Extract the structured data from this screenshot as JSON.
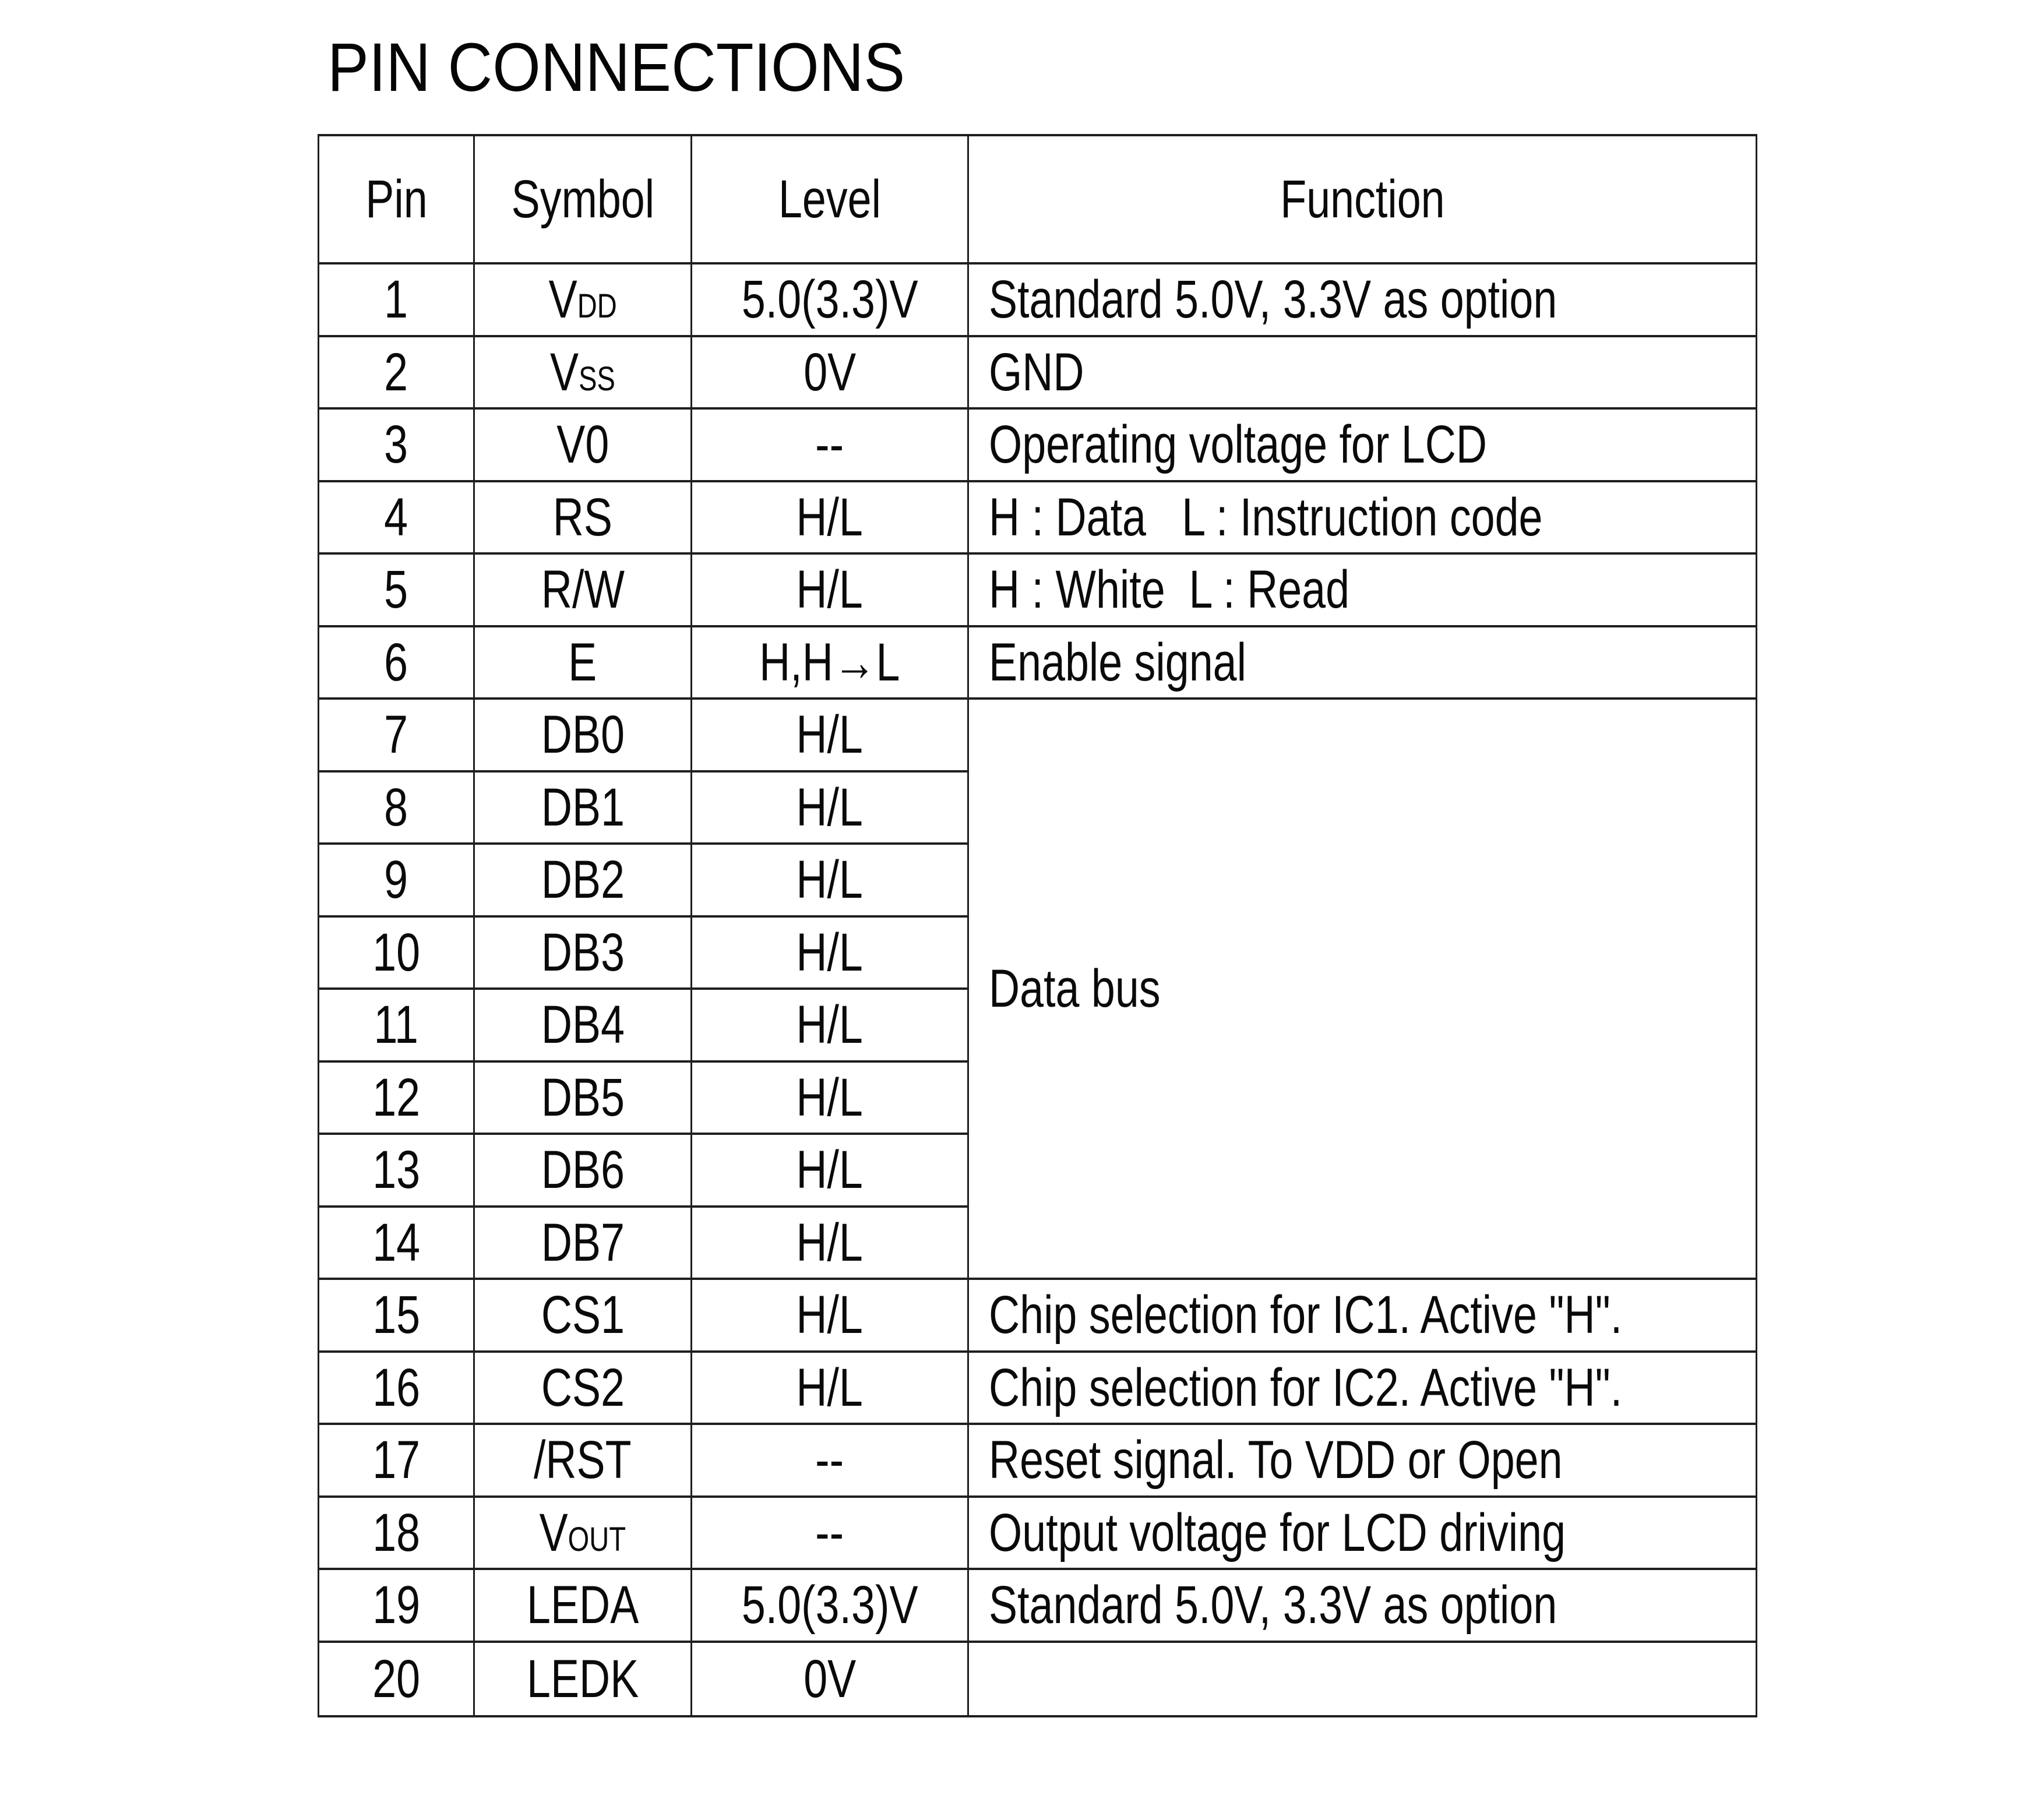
{
  "page": {
    "title": "PIN CONNECTIONS"
  },
  "table": {
    "headers": {
      "pin": "Pin",
      "symbol": "Symbol",
      "level": "Level",
      "function": "Function"
    },
    "data_bus_label": "Data bus",
    "rows": [
      {
        "pin": "1",
        "sym": "V",
        "sub": "DD",
        "level": "5.0(3.3)V",
        "fn": "Standard 5.0V, 3.3V as option"
      },
      {
        "pin": "2",
        "sym": "V",
        "sub": "SS",
        "level": "0V",
        "fn": "GND"
      },
      {
        "pin": "3",
        "sym": "V0",
        "sub": "",
        "level": "--",
        "fn": "Operating voltage for LCD"
      },
      {
        "pin": "4",
        "sym": "RS",
        "sub": "",
        "level": "H/L",
        "fn": "H : Data   L : Instruction code"
      },
      {
        "pin": "5",
        "sym": "R/W",
        "sub": "",
        "level": "H/L",
        "fn": "H : White  L : Read"
      },
      {
        "pin": "6",
        "sym": "E",
        "sub": "",
        "level": "H,H→L",
        "fn": "Enable signal"
      },
      {
        "pin": "7",
        "sym": "DB0",
        "sub": "",
        "level": "H/L"
      },
      {
        "pin": "8",
        "sym": "DB1",
        "sub": "",
        "level": "H/L"
      },
      {
        "pin": "9",
        "sym": "DB2",
        "sub": "",
        "level": "H/L"
      },
      {
        "pin": "10",
        "sym": "DB3",
        "sub": "",
        "level": "H/L"
      },
      {
        "pin": "11",
        "sym": "DB4",
        "sub": "",
        "level": "H/L"
      },
      {
        "pin": "12",
        "sym": "DB5",
        "sub": "",
        "level": "H/L"
      },
      {
        "pin": "13",
        "sym": "DB6",
        "sub": "",
        "level": "H/L"
      },
      {
        "pin": "14",
        "sym": "DB7",
        "sub": "",
        "level": "H/L"
      },
      {
        "pin": "15",
        "sym": "CS1",
        "sub": "",
        "level": "H/L",
        "fn": "Chip selection for IC1. Active \"H\"."
      },
      {
        "pin": "16",
        "sym": "CS2",
        "sub": "",
        "level": "H/L",
        "fn": "Chip selection for IC2. Active \"H\"."
      },
      {
        "pin": "17",
        "sym": "/RST",
        "sub": "",
        "level": "--",
        "fn": "Reset signal. To VDD or Open"
      },
      {
        "pin": "18",
        "sym": "V",
        "sub": "OUT",
        "level": "--",
        "fn": "Output voltage for LCD driving"
      },
      {
        "pin": "19",
        "sym": "LEDA",
        "sub": "",
        "level": "5.0(3.3)V",
        "fn": "Standard 5.0V, 3.3V as option"
      },
      {
        "pin": "20",
        "sym": "LEDK",
        "sub": "",
        "level": "0V",
        "fn": ""
      }
    ]
  }
}
